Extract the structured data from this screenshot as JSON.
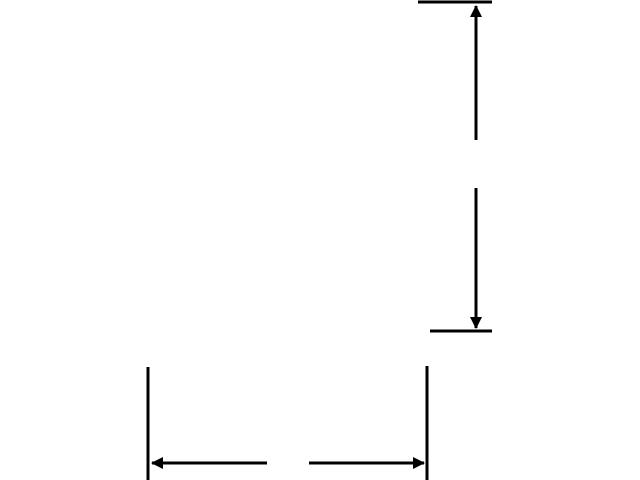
{
  "diagram": {
    "stroke_color": "#000000",
    "background_color": "#ffffff",
    "dimensions": [
      {
        "id": "vertical-dimension",
        "orientation": "vertical",
        "label": ""
      },
      {
        "id": "horizontal-dimension",
        "orientation": "horizontal",
        "label": ""
      }
    ]
  }
}
